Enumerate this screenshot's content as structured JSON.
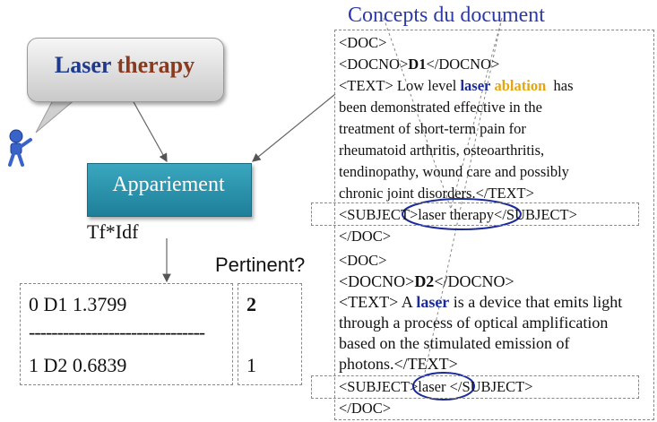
{
  "query": {
    "word1": "Laser",
    "word2": "therapy"
  },
  "matching": {
    "label": "Appariement",
    "scoring": "Tf*Idf"
  },
  "judgement_header": "Pertinent?",
  "results": {
    "rows": [
      {
        "rank": "0",
        "doc": "D1",
        "score": "1.3799",
        "judgement": "2"
      },
      {
        "rank": "1",
        "doc": "D2",
        "score": "0.6839",
        "judgement": "1"
      }
    ],
    "separator": "-------------------------------"
  },
  "document_panel": {
    "title": "Concepts du document",
    "doc1": {
      "open": "<DOC>",
      "docno_open": "<DOCNO>",
      "docno": "D1",
      "docno_close": "</DOCNO>",
      "text_open": "<TEXT>",
      "text_a": " Low level ",
      "kw_laser": "laser",
      "kw_ablation": "ablation",
      "text_b": "has",
      "lines": [
        "been demonstrated effective in the",
        "treatment of short-term pain for",
        "rheumatoid arthritis, osteoarthritis,",
        "tendinopathy, wound care and possibly",
        "chronic joint disorders.</TEXT>"
      ],
      "subject_open": "<SUBJECT>",
      "subject": "laser therapy",
      "subject_close": "</SUBJECT>",
      "close": "</DOC>"
    },
    "doc2": {
      "open": "<DOC>",
      "docno_open": "<DOCNO>",
      "docno": "D2",
      "docno_close": "</DOCNO>",
      "text_open": "<TEXT>",
      "text_a": " A ",
      "kw_laser": "laser",
      "text_b": " is a device that emits light",
      "lines": [
        "through a process of optical amplification",
        "based on the stimulated emission of",
        "photons.</TEXT>"
      ],
      "subject_open": "<SUBJECT>",
      "subject": "laser",
      "subject_close": "</SUBJECT>",
      "close": "</DOC>"
    }
  },
  "colors": {
    "accent_blue": "#1a2a9a",
    "keyword_yellow": "#e5a510",
    "match_box": "#2a93ad"
  }
}
